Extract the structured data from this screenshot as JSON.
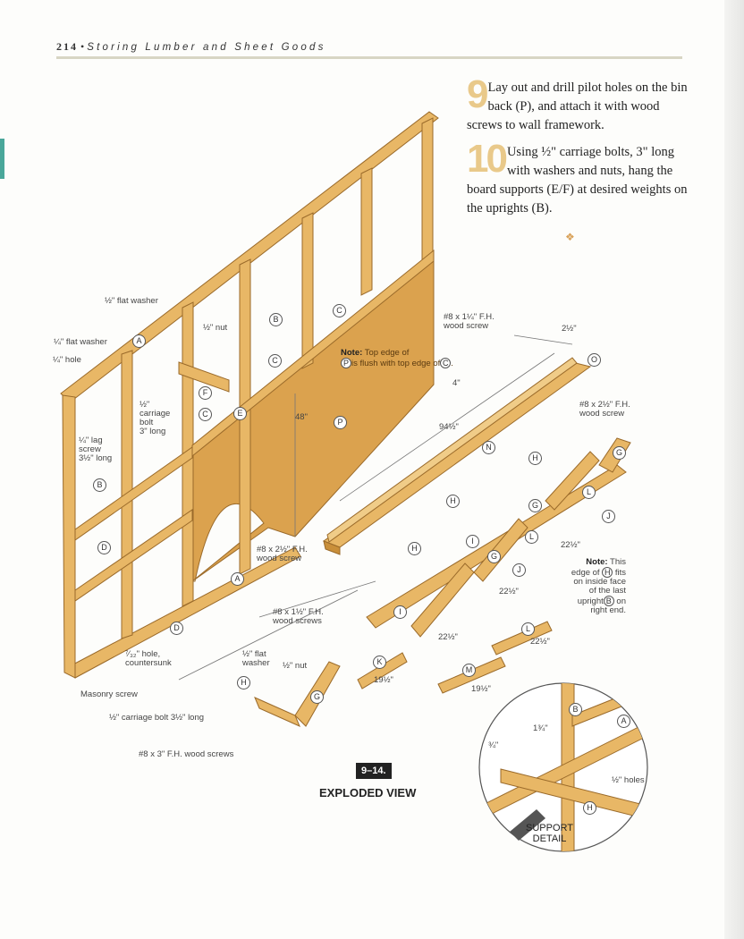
{
  "header": {
    "page_number": "214",
    "bullet": "•",
    "section_title": "Storing Lumber and Sheet Goods"
  },
  "steps": [
    {
      "number": "9",
      "text": "Lay out and drill pilot holes on the bin back (P), and attach it with wood screws to wall framework."
    },
    {
      "number": "10",
      "text": "Using ½\" carriage bolts, 3\" long with washers and nuts, hang the board supports (E/F) at desired weights on the uprights (B)."
    }
  ],
  "ornament": "❖",
  "figure": {
    "number": "9–14.",
    "title": "EXPLODED VIEW"
  },
  "detail": {
    "title_line1": "SUPPORT",
    "title_line2": "DETAIL",
    "dim_a": "1¾\"",
    "dim_b": "¾\"",
    "holes": "½\" holes",
    "parts": [
      "B",
      "A",
      "H"
    ]
  },
  "labels": [
    "½\" flat washer",
    "¼\" flat washer",
    "¼\" hole",
    "½\" nut",
    "½\"\ncarriage\nbolt\n3\" long",
    "¼\" lag\nscrew\n3½\" long",
    "48\"",
    "#8 x 1¼\" F.H.\nwood screw",
    "4\"",
    "94½\"",
    "2½\"",
    "#8 x 2½\" F.H.\nwood screw",
    "#8 x 2½\" F.H.\nwood screw",
    "#8 x 1½\" F.H.\nwood screws",
    "⁷⁄₃₂\" hole,\ncountersunk",
    "Masonry screw",
    "½\" flat\nwasher",
    "½\" nut",
    "½\" carriage bolt 3½\" long",
    "#8 x 3\" F.H. wood screws",
    "22½\"",
    "22½\"",
    "22½\"",
    "22½\"",
    "19½\"",
    "19½\""
  ],
  "notes": [
    {
      "lead": "Note:",
      "pre": "Top edge of",
      "part1": "P",
      "mid": "is flush with top edge of",
      "part2": "C",
      "end": "."
    },
    {
      "lead": "Note:",
      "pre": "This edge of",
      "part1": "H",
      "mid": "fits on inside face of the last upright",
      "part2": "B",
      "end": "on right end."
    }
  ],
  "parts": [
    "A",
    "B",
    "C",
    "C",
    "C",
    "D",
    "D",
    "E",
    "F",
    "P",
    "B",
    "A",
    "N",
    "O",
    "H",
    "H",
    "H",
    "H",
    "G",
    "G",
    "G",
    "G",
    "L",
    "L",
    "L",
    "J",
    "J",
    "I",
    "I",
    "K",
    "M"
  ],
  "colors": {
    "wood": "#e8b766",
    "wood_dark": "#c98f3a",
    "plywood": "#dba24e",
    "accent": "#4aa79a"
  }
}
